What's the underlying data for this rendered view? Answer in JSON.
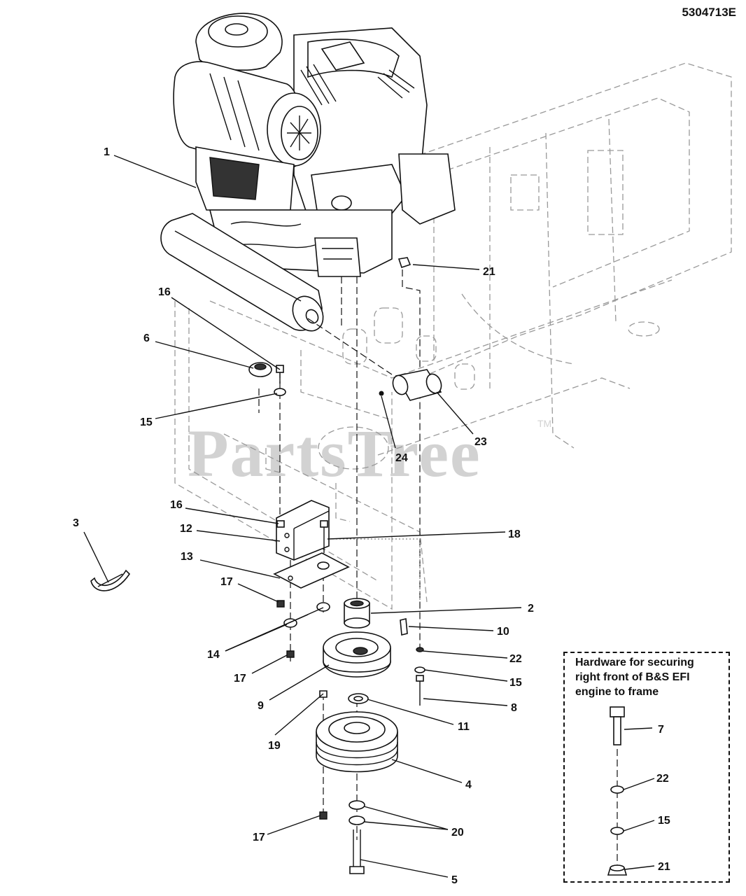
{
  "diagram": {
    "document_code": "5304713E",
    "watermark": "PartsTree",
    "watermark_tm": "TM",
    "hardware_box": {
      "title": "Hardware for securing\nright front of B&S EFI\nengine to frame",
      "callouts": [
        "7",
        "22",
        "15",
        "21"
      ]
    },
    "callouts": [
      "1",
      "16",
      "6",
      "15",
      "21",
      "23",
      "24",
      "3",
      "16",
      "12",
      "18",
      "13",
      "17",
      "2",
      "10",
      "14",
      "17",
      "22",
      "9",
      "15",
      "8",
      "11",
      "19",
      "4",
      "17",
      "20",
      "5"
    ]
  }
}
